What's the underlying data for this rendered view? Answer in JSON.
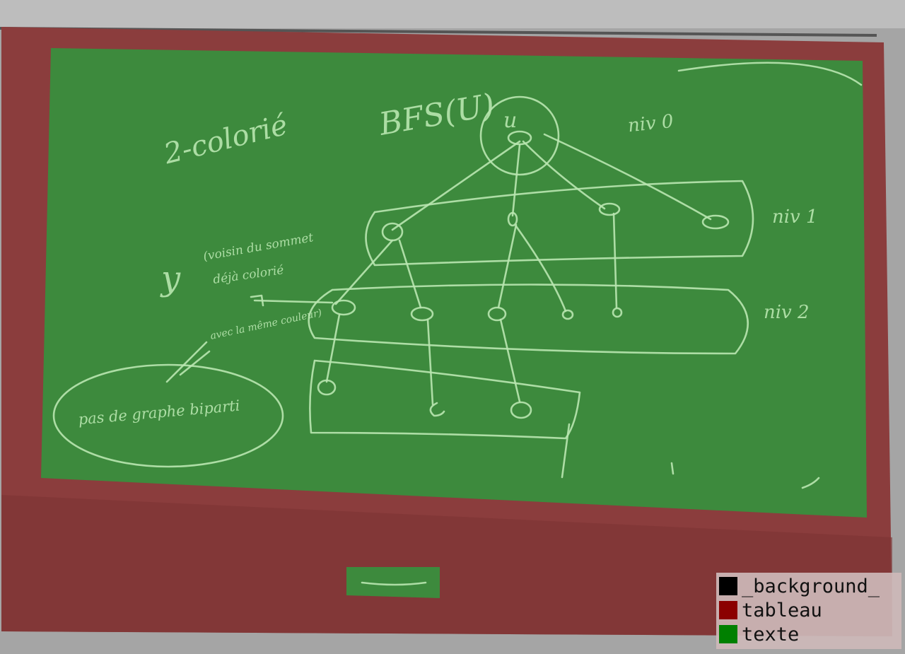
{
  "scene": {
    "description_classes": [
      "_background_",
      "tableau",
      "texte"
    ]
  },
  "legend": {
    "items": [
      {
        "label": "_background_",
        "color": "#000000"
      },
      {
        "label": "tableau",
        "color": "#8b0000"
      },
      {
        "label": "texte",
        "color": "#008000"
      }
    ]
  },
  "board": {
    "texts": {
      "title": "BFS(U)",
      "root": "u",
      "two_color": "2-colorié",
      "level0": "niv 0",
      "level1": "niv 1",
      "level2": "niv 2",
      "note_y": "y",
      "note_line1": "(voisin du sommet",
      "note_line2": "déjà colorié",
      "note_line3": "avec la même couleur)",
      "bubble": "pas de graphe biparti"
    }
  },
  "colors": {
    "frame_gray": "#9a9a9a",
    "board_overlay": "#8b3a3a",
    "text_overlay": "#3a8a3a",
    "chalk": "#b9e6b0"
  }
}
